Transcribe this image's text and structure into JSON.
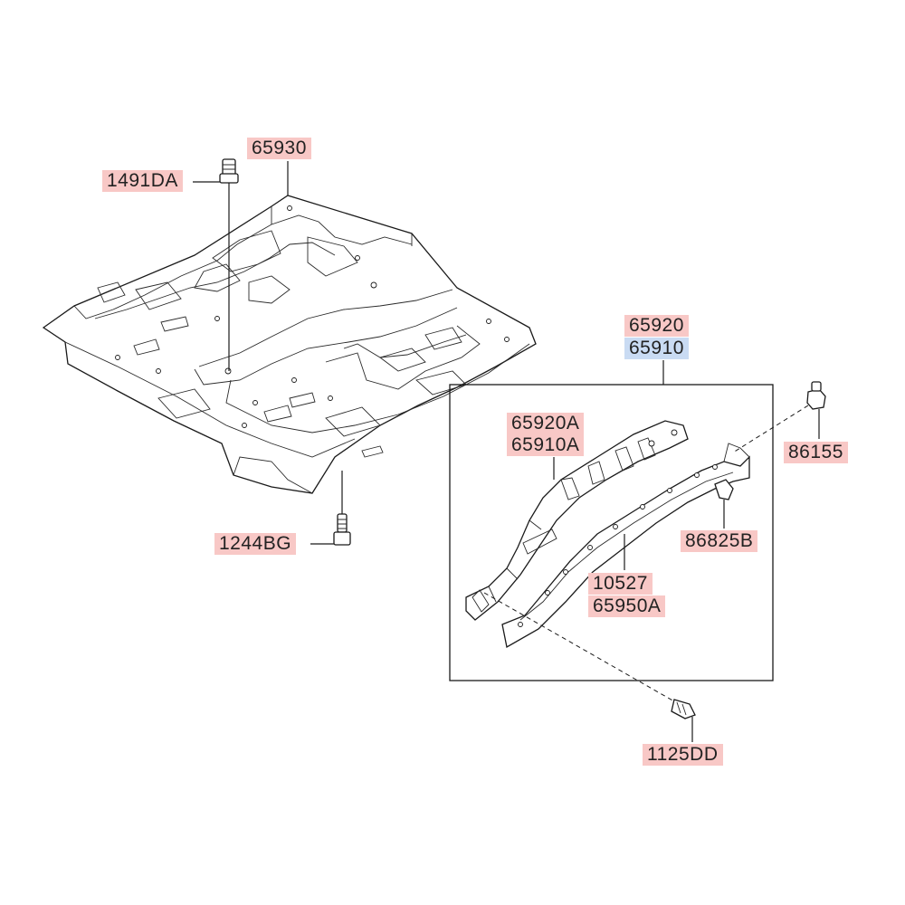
{
  "colors": {
    "label_highlight": "#f8c8c6",
    "label_selected": "#c9dbf3",
    "line": "#1a1a1a"
  },
  "labels": {
    "part_65930": "65930",
    "part_1491DA": "1491DA",
    "part_1244BG": "1244BG",
    "part_65920": "65920",
    "part_65910": "65910",
    "part_65920A": "65920A",
    "part_65910A": "65910A",
    "part_86155": "86155",
    "part_86825B": "86825B",
    "part_10527": "10527",
    "part_65950A": "65950A",
    "part_1125DD": "1125DD"
  }
}
